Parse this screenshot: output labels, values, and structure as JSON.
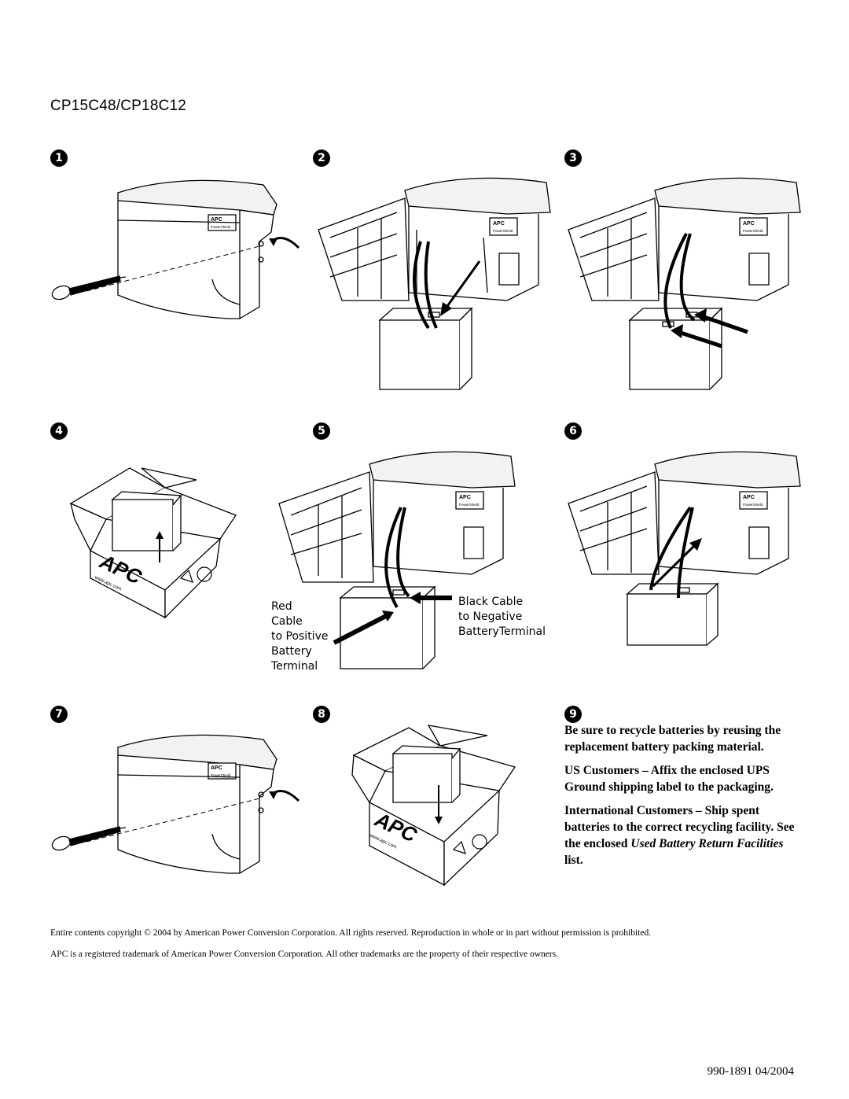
{
  "document": {
    "title": "CP15C48/CP18C12",
    "steps": [
      "1",
      "2",
      "3",
      "4",
      "5",
      "6",
      "7",
      "8",
      "9"
    ],
    "brand_logo": "APC",
    "brand_sub": "PowerShield",
    "box_logo": "APC",
    "box_url": "www.apc.com",
    "step5_labels": {
      "red_cable": [
        "Red",
        "Cable",
        "to Positive",
        "Battery",
        "Terminal"
      ],
      "black_cable": [
        "Black Cable",
        "to Negative",
        "BatteryTerminal"
      ]
    },
    "step9": {
      "para1": "Be sure to recycle batteries by reusing the replacement battery packing material.",
      "para2": "US Customers – Affix the enclosed UPS Ground shipping label to the packaging.",
      "para3_lead": "International Customers – Ship spent batteries to the correct recycling facility. See the enclosed ",
      "para3_italic": "Used Battery Return Facilities",
      "para3_tail": " list."
    },
    "copyright": "Entire contents copyright © 2004 by American Power Conversion Corporation. All rights reserved. Reproduction in whole or in part without permission is prohibited.",
    "trademark": "APC is a registered trademark of American Power Conversion Corporation. All other trademarks are the property of their respective owners.",
    "doc_number": "990-1891  04/2004"
  },
  "icons": [
    "screwdriver-icon",
    "curved-arrow-icon",
    "ups-unit-icon",
    "battery-icon",
    "shipping-box-icon",
    "recycle-icon"
  ]
}
